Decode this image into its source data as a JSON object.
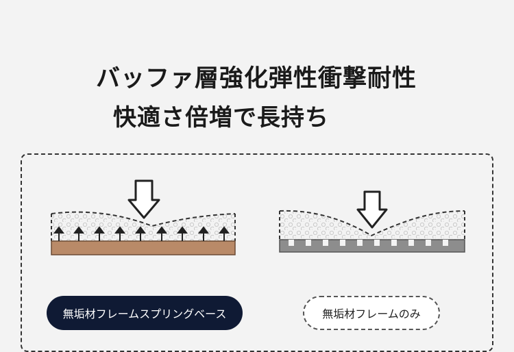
{
  "headline": {
    "line1": "バッファ層強化弾性衝撃耐性",
    "line2": "快適さ倍増で長持ち"
  },
  "labels": {
    "left": "無垢材フレームスプリングベース",
    "right": "無垢材フレームのみ"
  },
  "colors": {
    "wood_base": "#b98a68",
    "grey_base": "#8d8d8d",
    "label_dark": "#0f1a34",
    "outline": "#333333"
  }
}
